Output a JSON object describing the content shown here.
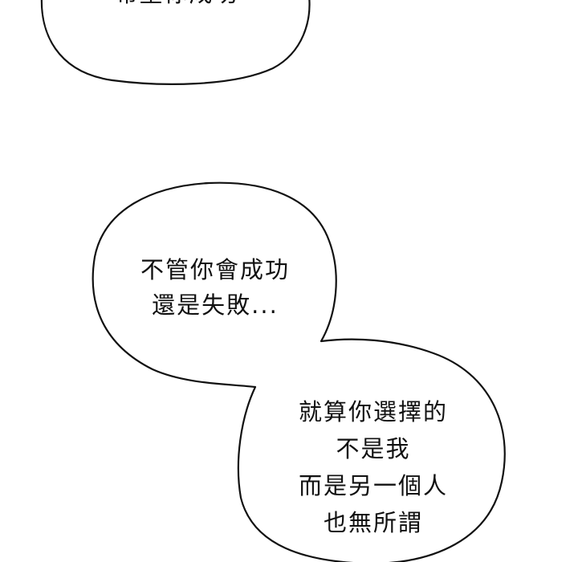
{
  "colors": {
    "background": "#ffffff",
    "outline": "#111111",
    "bubble_fill": "#ffffff",
    "text": "#111111"
  },
  "bubbles": {
    "top": {
      "lines": [
        "希望你成功"
      ]
    },
    "middle": {
      "lines": [
        "不管你會成功",
        "還是失敗..."
      ]
    },
    "bottom": {
      "lines": [
        "就算你選擇的",
        "不是我",
        "而是另一個人",
        "也無所謂"
      ]
    }
  }
}
